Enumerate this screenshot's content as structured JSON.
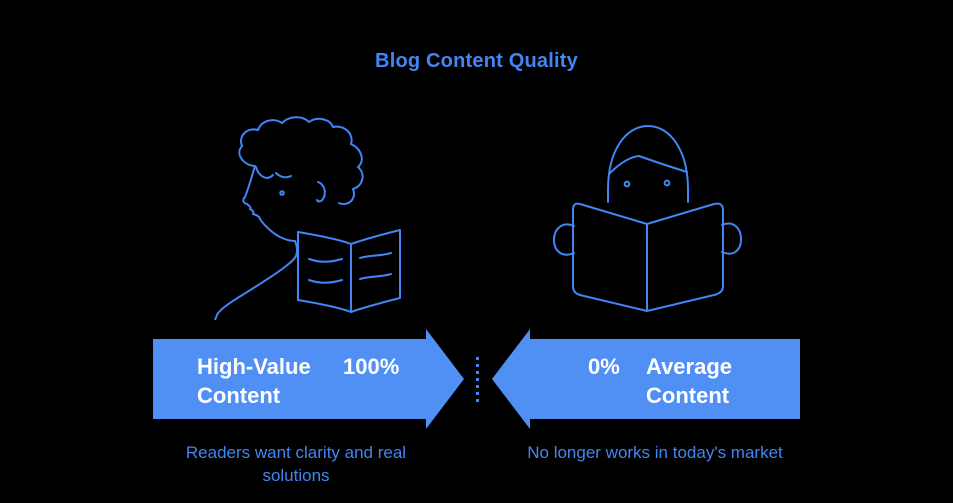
{
  "title": "Blog Content Quality",
  "colors": {
    "background": "#000000",
    "accent_blue": "#4285f4",
    "arrow_fill": "#5090f5",
    "arrow_text": "#ffffff"
  },
  "left_section": {
    "illustration": "person-profile-reading-book",
    "arrow": {
      "direction": "right",
      "label_line1": "High-Value",
      "label_line2": "Content",
      "value": "100%"
    },
    "caption": "Readers want clarity and real solutions"
  },
  "right_section": {
    "illustration": "person-holding-open-book",
    "arrow": {
      "direction": "left",
      "value": "0%",
      "label_line1": "Average",
      "label_line2": "Content"
    },
    "caption": "No longer works in today's market"
  }
}
